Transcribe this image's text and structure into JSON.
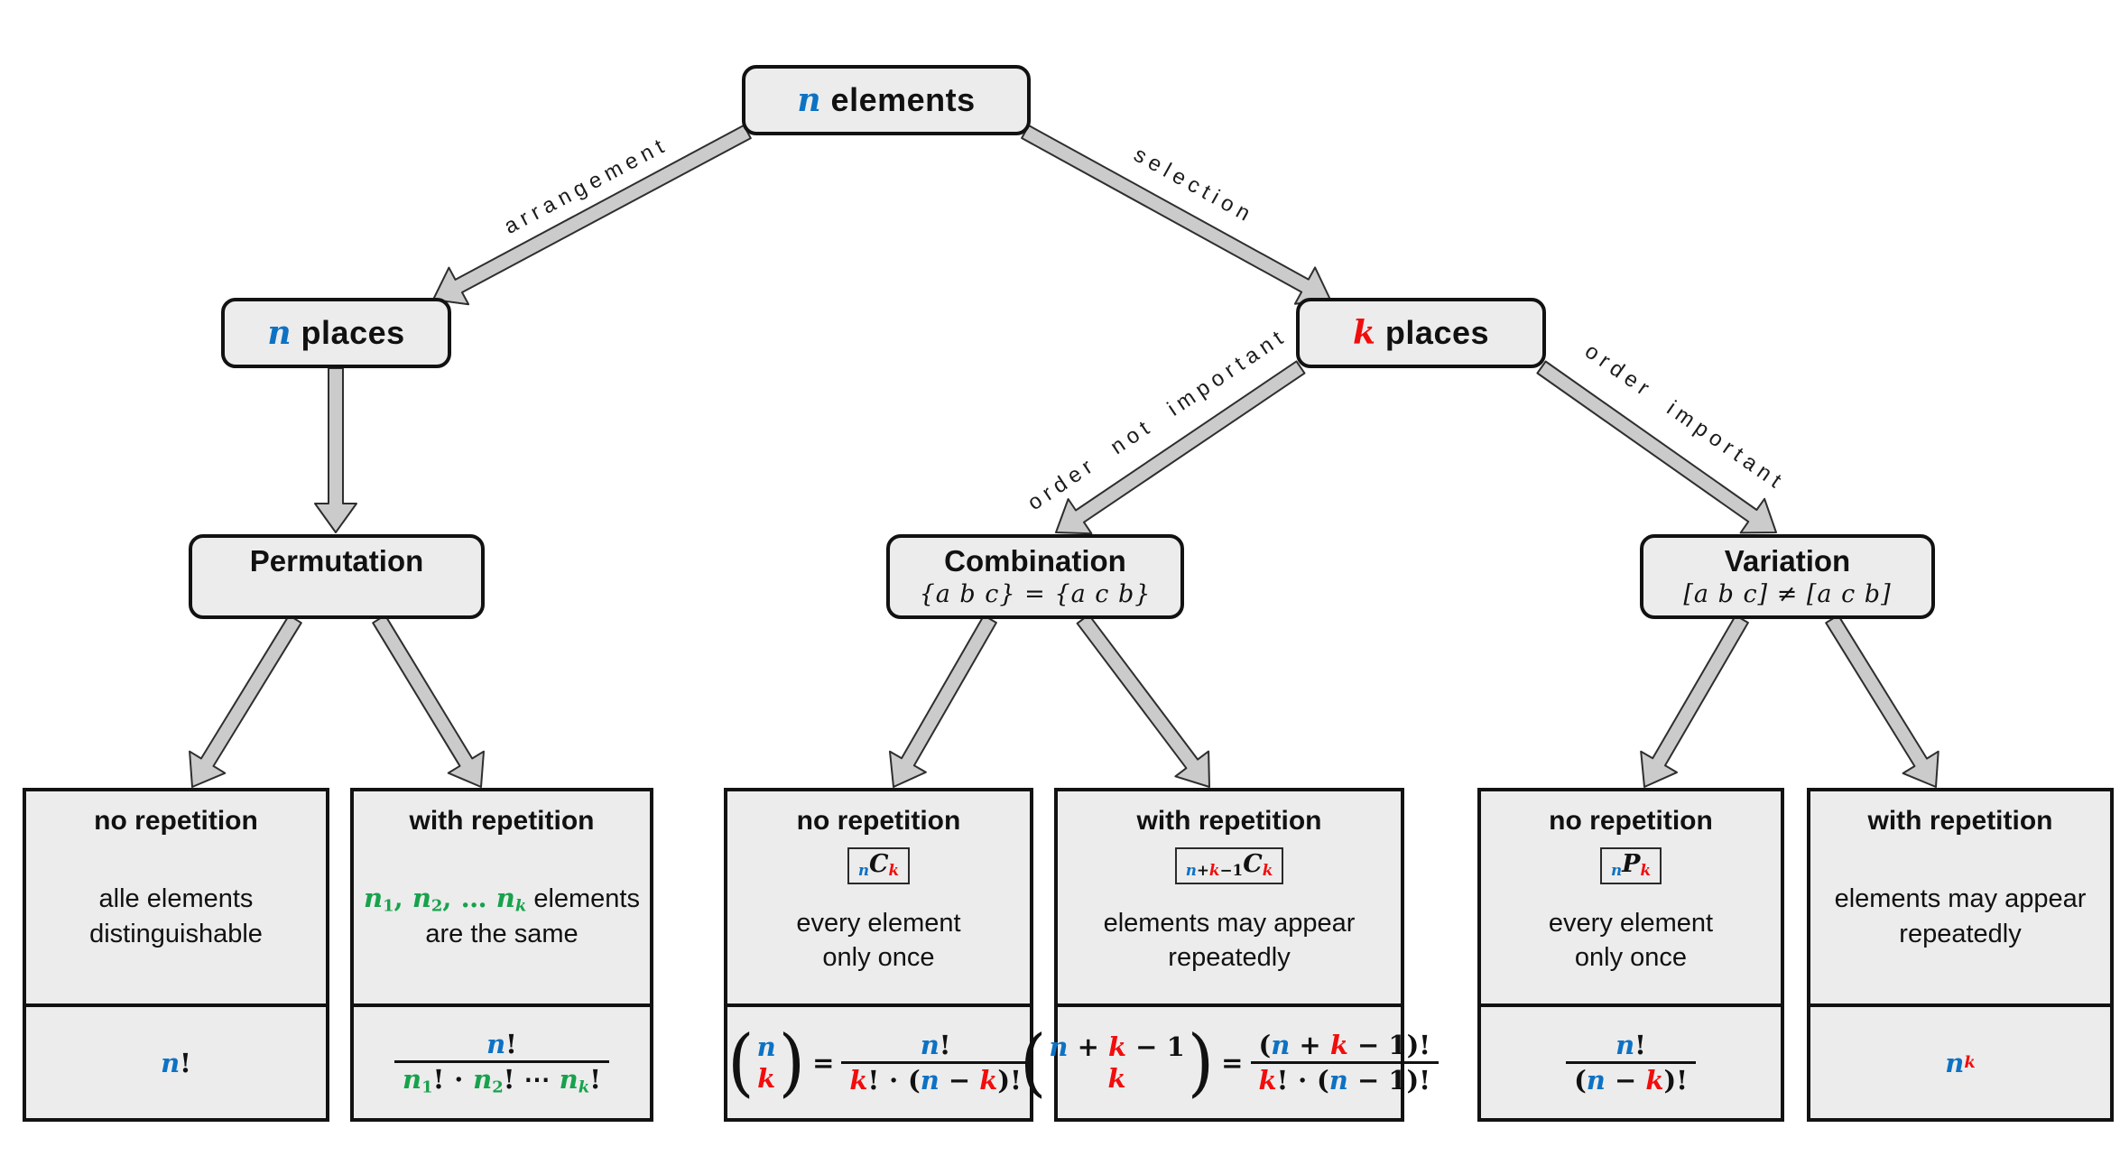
{
  "accent_colors": {
    "blue": "#0d72c4",
    "red": "#f20d0d",
    "green": "#17a24c",
    "box_fill": "#ececec",
    "arrow_fill": "#cbcbcb"
  },
  "nodes": {
    "root": {
      "tokens": [
        {
          "t": "n",
          "m": 1,
          "i": 1,
          "c": "b"
        },
        {
          "t": " elements"
        }
      ]
    },
    "n_places": {
      "tokens": [
        {
          "t": "n",
          "m": 1,
          "i": 1,
          "c": "b"
        },
        {
          "t": " places"
        }
      ]
    },
    "k_places": {
      "tokens": [
        {
          "t": "k",
          "m": 1,
          "i": 1,
          "c": "r"
        },
        {
          "t": " places"
        }
      ]
    },
    "permutation": {
      "title": "Permutation",
      "subtitle": ""
    },
    "combination": {
      "title": "Combination",
      "subtitle": "{a b c} = {a c b}"
    },
    "variation": {
      "title": "Variation",
      "subtitle": "[a b c] ≠ [a c b]"
    }
  },
  "edges": {
    "arrangement": "arrangement",
    "selection": "selection",
    "order_not_important": "order not important",
    "order_important": "order important"
  },
  "leaves": [
    {
      "title": "no repetition",
      "badge": null,
      "desc": [
        [
          {
            "t": "alle elements"
          }
        ],
        [
          {
            "t": "distinguishable"
          }
        ]
      ],
      "formula": [
        {
          "tokens": [
            {
              "t": "n",
              "i": 1,
              "c": "b"
            },
            {
              "t": "!"
            }
          ]
        }
      ]
    },
    {
      "title": "with repetition",
      "badge": null,
      "desc": [
        [
          {
            "t": "n",
            "m": 1,
            "i": 1,
            "c": "g"
          },
          {
            "t": "1",
            "m": 1,
            "sb": 1,
            "c": "g"
          },
          {
            "t": ", ",
            "m": 1,
            "c": "g"
          },
          {
            "t": "n",
            "m": 1,
            "i": 1,
            "c": "g"
          },
          {
            "t": "2",
            "m": 1,
            "sb": 1,
            "c": "g"
          },
          {
            "t": ", … ",
            "m": 1,
            "c": "g"
          },
          {
            "t": "n",
            "m": 1,
            "i": 1,
            "c": "g"
          },
          {
            "t": "k",
            "m": 1,
            "i": 1,
            "sb": 1,
            "c": "g"
          },
          {
            "t": " elements"
          }
        ],
        [
          {
            "t": "are the same"
          }
        ]
      ],
      "formula": [
        {
          "frac": {
            "num": [
              {
                "t": "n",
                "i": 1,
                "c": "b"
              },
              {
                "t": "!"
              }
            ],
            "den": [
              {
                "t": "n",
                "i": 1,
                "c": "g"
              },
              {
                "t": "1",
                "sb": 1,
                "c": "g"
              },
              {
                "t": "! ⋅ "
              },
              {
                "t": "n",
                "i": 1,
                "c": "g"
              },
              {
                "t": "2",
                "sb": 1,
                "c": "g"
              },
              {
                "t": "! ⋯ "
              },
              {
                "t": "n",
                "i": 1,
                "c": "g"
              },
              {
                "t": "k",
                "i": 1,
                "sb": 1,
                "c": "g"
              },
              {
                "t": "!"
              }
            ]
          }
        }
      ]
    },
    {
      "title": "no repetition",
      "badge": [
        {
          "t": "n",
          "i": 1,
          "sb": 1,
          "c": "b"
        },
        {
          "t": "C",
          "i": 1
        },
        {
          "t": "k",
          "i": 1,
          "sb": 1,
          "c": "r"
        }
      ],
      "desc": [
        [
          {
            "t": "every element"
          }
        ],
        [
          {
            "t": "only once"
          }
        ]
      ],
      "formula": [
        {
          "binom": {
            "top": [
              {
                "t": "n",
                "i": 1,
                "c": "b"
              }
            ],
            "bottom": [
              {
                "t": "k",
                "i": 1,
                "c": "r"
              }
            ]
          }
        },
        {
          "tokens": [
            {
              "t": "="
            }
          ]
        },
        {
          "frac": {
            "num": [
              {
                "t": "n",
                "i": 1,
                "c": "b"
              },
              {
                "t": "!"
              }
            ],
            "den": [
              {
                "t": "k",
                "i": 1,
                "c": "r"
              },
              {
                "t": "! ⋅ ("
              },
              {
                "t": "n",
                "i": 1,
                "c": "b"
              },
              {
                "t": " − "
              },
              {
                "t": "k",
                "i": 1,
                "c": "r"
              },
              {
                "t": ")!"
              }
            ]
          }
        }
      ]
    },
    {
      "title": "with repetition",
      "badge": [
        {
          "t": "n",
          "i": 1,
          "sb": 1,
          "c": "b"
        },
        {
          "t": "+",
          "sb": 1
        },
        {
          "t": "k",
          "i": 1,
          "sb": 1,
          "c": "r"
        },
        {
          "t": "−1",
          "sb": 1
        },
        {
          "t": "C",
          "i": 1
        },
        {
          "t": "k",
          "i": 1,
          "sb": 1,
          "c": "r"
        }
      ],
      "desc": [
        [
          {
            "t": "elements may appear"
          }
        ],
        [
          {
            "t": "repeatedly"
          }
        ]
      ],
      "formula": [
        {
          "binom": {
            "top": [
              {
                "t": "n",
                "i": 1,
                "c": "b"
              },
              {
                "t": " + "
              },
              {
                "t": "k",
                "i": 1,
                "c": "r"
              },
              {
                "t": " − 1"
              }
            ],
            "bottom": [
              {
                "t": "k",
                "i": 1,
                "c": "r"
              }
            ]
          }
        },
        {
          "tokens": [
            {
              "t": "="
            }
          ]
        },
        {
          "frac": {
            "num": [
              {
                "t": "("
              },
              {
                "t": "n",
                "i": 1,
                "c": "b"
              },
              {
                "t": " + "
              },
              {
                "t": "k",
                "i": 1,
                "c": "r"
              },
              {
                "t": " − 1)!"
              }
            ],
            "den": [
              {
                "t": "k",
                "i": 1,
                "c": "r"
              },
              {
                "t": "! ⋅ ("
              },
              {
                "t": "n",
                "i": 1,
                "c": "b"
              },
              {
                "t": " − 1)!"
              }
            ]
          }
        }
      ]
    },
    {
      "title": "no repetition",
      "badge": [
        {
          "t": "n",
          "i": 1,
          "sb": 1,
          "c": "b"
        },
        {
          "t": "P",
          "i": 1
        },
        {
          "t": "k",
          "i": 1,
          "sb": 1,
          "c": "r"
        }
      ],
      "desc": [
        [
          {
            "t": "every element"
          }
        ],
        [
          {
            "t": "only once"
          }
        ]
      ],
      "formula": [
        {
          "frac": {
            "num": [
              {
                "t": "n",
                "i": 1,
                "c": "b"
              },
              {
                "t": "!"
              }
            ],
            "den": [
              {
                "t": "("
              },
              {
                "t": "n",
                "i": 1,
                "c": "b"
              },
              {
                "t": " − "
              },
              {
                "t": "k",
                "i": 1,
                "c": "r"
              },
              {
                "t": ")!"
              }
            ]
          }
        }
      ]
    },
    {
      "title": "with repetition",
      "badge": null,
      "desc": [
        [
          {
            "t": "elements may appear"
          }
        ],
        [
          {
            "t": "repeatedly"
          }
        ]
      ],
      "formula": [
        {
          "tokens": [
            {
              "t": "n",
              "i": 1,
              "c": "b"
            },
            {
              "t": "k",
              "i": 1,
              "sp": 1,
              "c": "r"
            }
          ]
        }
      ]
    }
  ]
}
